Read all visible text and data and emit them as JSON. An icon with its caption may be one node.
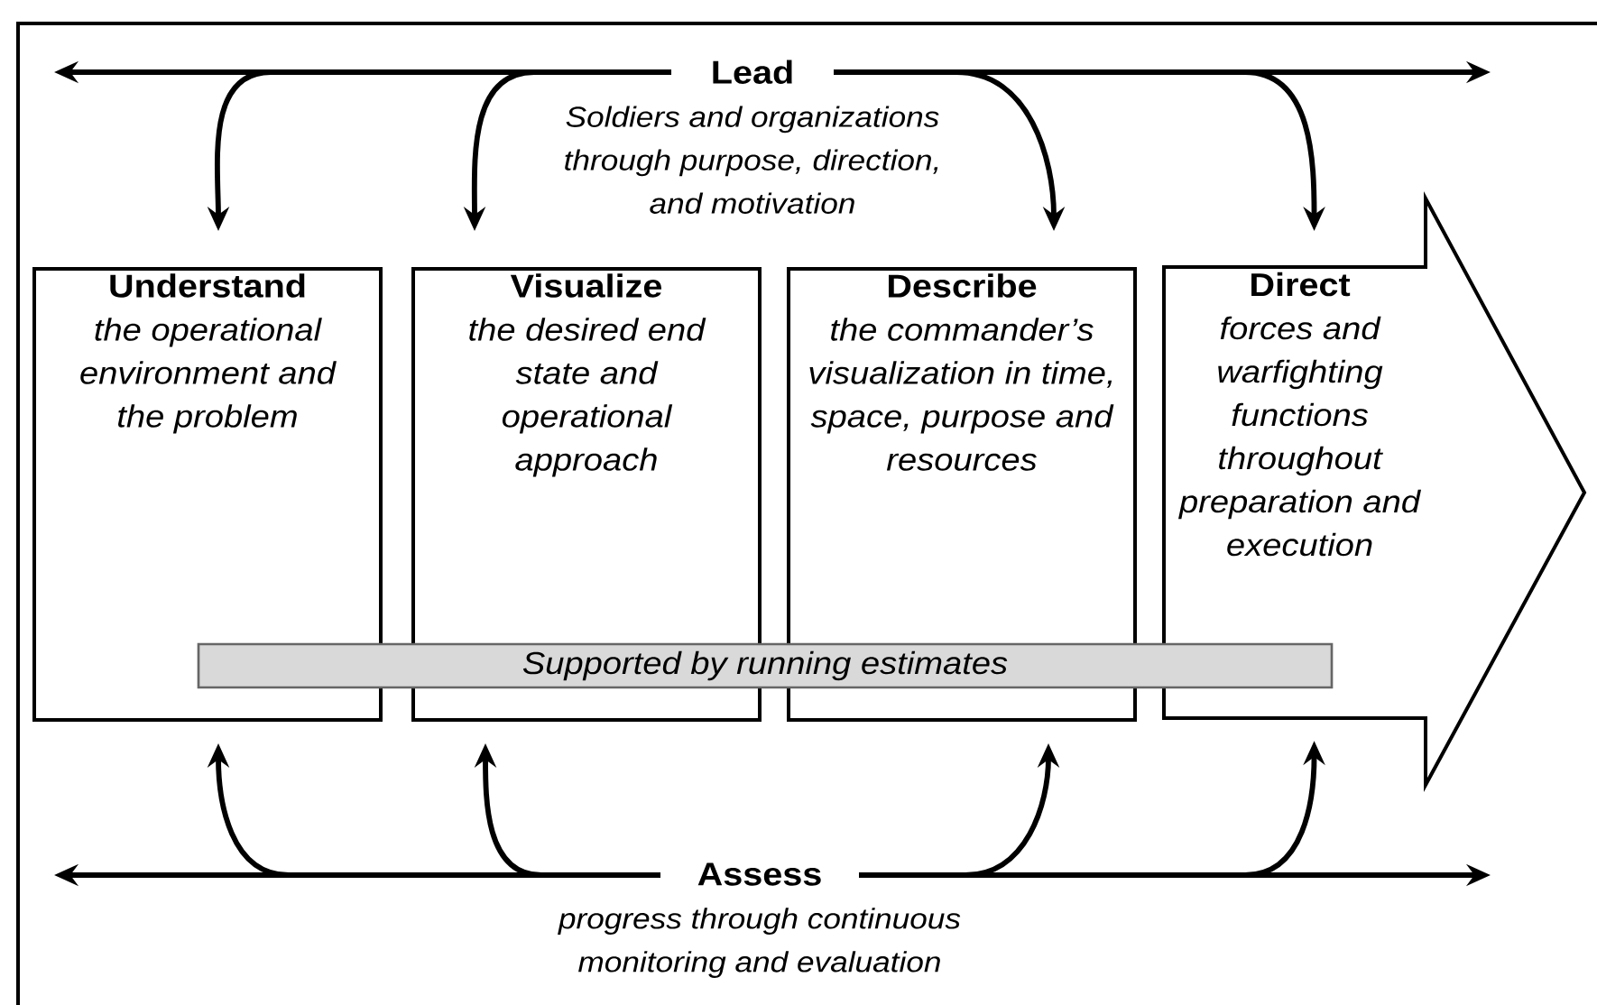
{
  "diagram": {
    "nodes": [
      {
        "text": [
          "Lead",
          "Soldiers and organizations through purpose, direction, and motivation"
        ]
      },
      {
        "text": [
          "Understand",
          "the operational environment and the problem"
        ]
      },
      {
        "text": [
          "Visualize",
          "the desired end state and operational approach"
        ]
      },
      {
        "text": [
          "Describe",
          "the commander’s visualization in time, space, purpose and resources"
        ]
      },
      {
        "text": [
          "Direct",
          "forces and warfighting functions throughout preparation and execution"
        ]
      },
      {
        "text": [
          "Supported by running estimates"
        ]
      },
      {
        "text": [
          "Assess",
          "progress through continuous monitoring and evaluation"
        ]
      }
    ],
    "edges": [
      {
        "from": 0,
        "to": null,
        "arrow": "to"
      },
      {
        "from": 0,
        "to": null,
        "arrow": "to"
      },
      {
        "from": 0,
        "to": 1,
        "arrow": "to"
      },
      {
        "from": 0,
        "to": 2,
        "arrow": "to"
      },
      {
        "from": 0,
        "to": 3,
        "arrow": "to"
      },
      {
        "from": 0,
        "to": 4,
        "arrow": "to"
      },
      {
        "from": 6,
        "to": null,
        "arrow": "to"
      },
      {
        "from": 6,
        "to": null,
        "arrow": "to"
      },
      {
        "from": 6,
        "to": 1,
        "arrow": "to"
      },
      {
        "from": 6,
        "to": 2,
        "arrow": "to"
      },
      {
        "from": 6,
        "to": 3,
        "arrow": "to"
      },
      {
        "from": 6,
        "to": 4,
        "arrow": "to"
      }
    ]
  }
}
